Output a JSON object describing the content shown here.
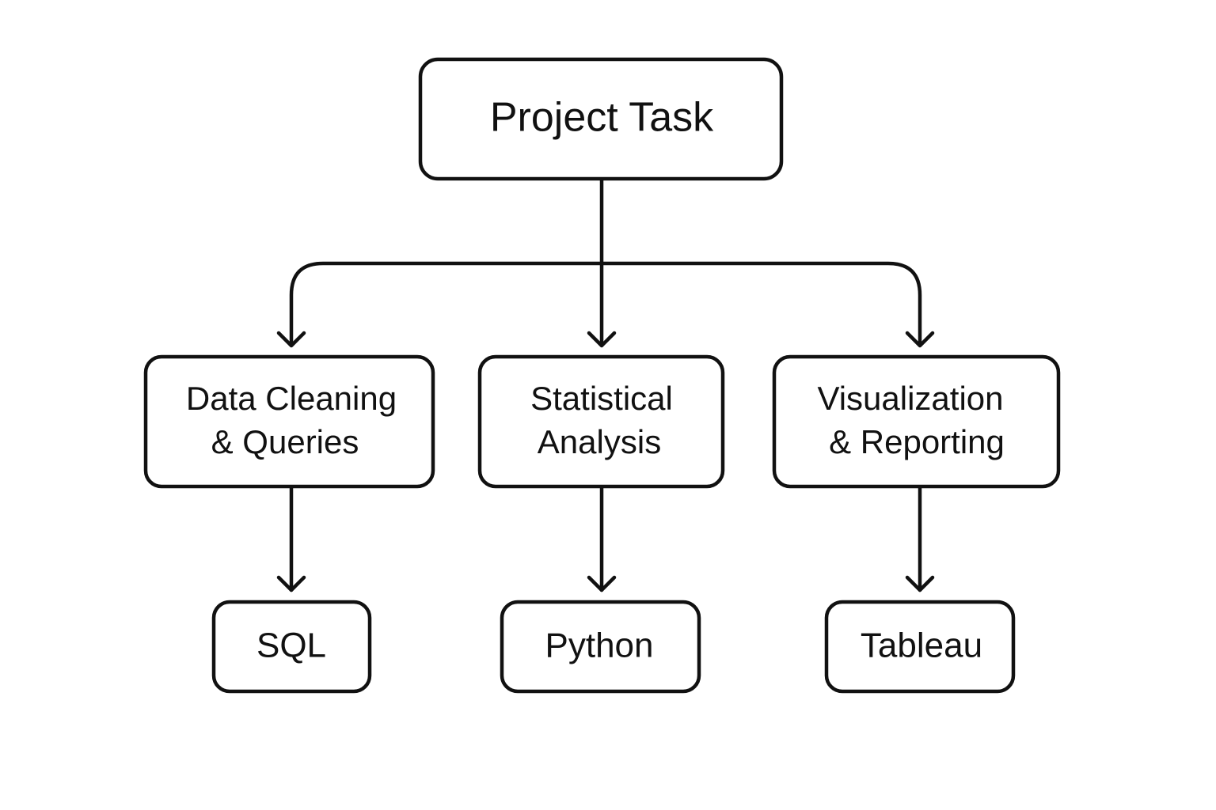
{
  "diagram": {
    "root": {
      "label": "Project Task"
    },
    "tasks": [
      {
        "line1": "Data Cleaning",
        "line2": "& Queries"
      },
      {
        "line1": "Statistical",
        "line2": "Analysis"
      },
      {
        "line1": "Visualization",
        "line2": "& Reporting"
      }
    ],
    "tools": [
      {
        "label": "SQL"
      },
      {
        "label": "Python"
      },
      {
        "label": "Tableau"
      }
    ],
    "colors": {
      "stroke": "#111111",
      "background": "#ffffff"
    }
  }
}
